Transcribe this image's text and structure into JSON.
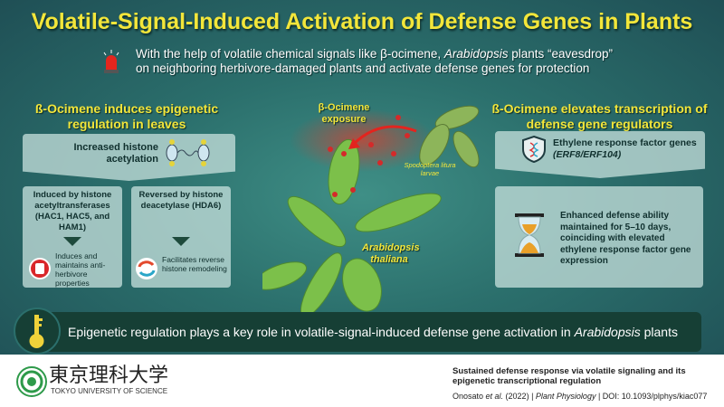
{
  "title": "Volatile-Signal-Induced Activation of Defense Genes in Plants",
  "subtitle": {
    "line1_pre": "With the help of volatile chemical signals like β-ocimene, ",
    "line1_italic": "Arabidopsis",
    "line1_post": " plants “eavesdrop”",
    "line2": "on neighboring herbivore-damaged plants and activate defense genes for protection"
  },
  "left": {
    "heading": "ß-Ocimene induces epigenetic regulation in leaves",
    "top_box": "Increased histone acetylation",
    "box1": {
      "title": "Induced by histone acetyltransferases (HAC1, HAC5, and HAM1)",
      "result": "Induces and maintains anti-herbivore properties"
    },
    "box2": {
      "title": "Reversed by histone deacetylase (HDA6)",
      "result": "Facilitates reverse histone remodeling"
    }
  },
  "center": {
    "exposure_label": "β-Ocimene exposure",
    "larvae_label": "Spodoptera litura larvae",
    "plant_label": "Arabidopsis thaliana"
  },
  "right": {
    "heading": "ß-Ocimene elevates transcription of defense gene regulators",
    "top_box_pre": "Ethylene response factor genes ",
    "top_box_italic": "(ERF8/ERF104)",
    "box": "Enhanced defense ability maintained for 5–10 days, coinciding with elevated ethylene response factor gene expression"
  },
  "banner": {
    "pre": "Epigenetic regulation plays a key role in volatile-signal-induced defense gene activation in ",
    "italic": "Arabidopsis",
    "post": " plants"
  },
  "footer": {
    "logo_jp": "東京理科大学",
    "logo_en": "TOKYO UNIVERSITY OF SCIENCE",
    "paper_title": "Sustained defense response via volatile signaling and its epigenetic transcriptional regulation",
    "authors": "Onosato ",
    "etal": "et al.",
    "year": " (2022)  |  ",
    "journal": "Plant Physiology",
    "doi": "  |  DOI: 10.1093/plphys/kiac077"
  },
  "colors": {
    "title": "#f3e63a",
    "banner": "#163f35",
    "background": "#2b6f6c"
  },
  "icons": [
    "alarm-icon",
    "histone-icon",
    "stop-hand-icon",
    "cycle-arrows-icon",
    "dna-shield-icon",
    "hourglass-icon",
    "key-icon"
  ]
}
